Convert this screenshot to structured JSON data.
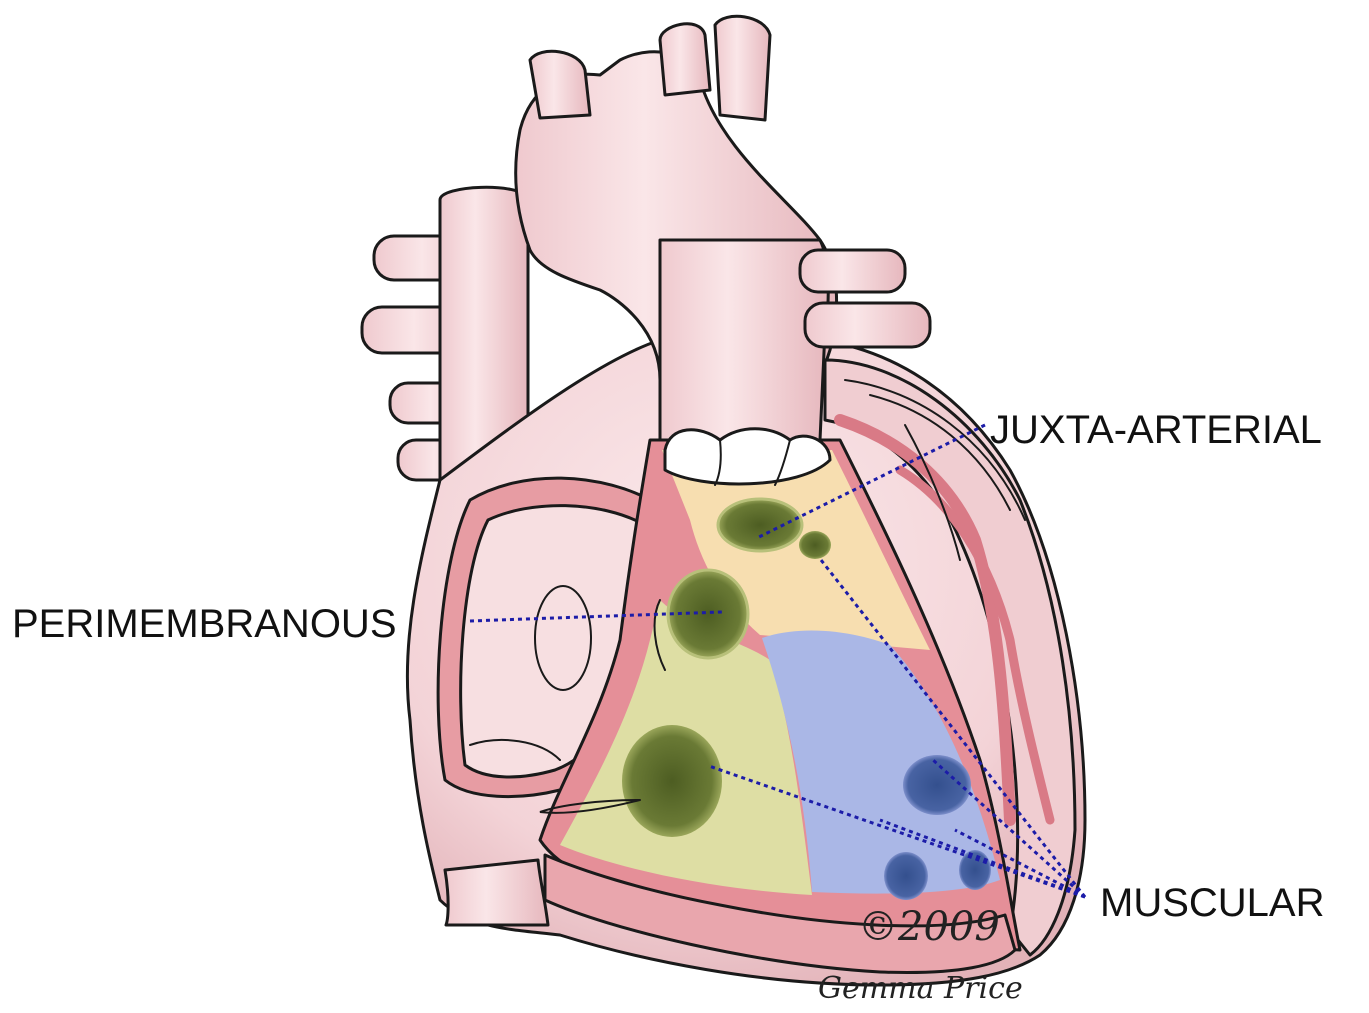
{
  "labels": {
    "juxta_arterial": "JUXTA-ARTERIAL",
    "perimembranous": "PERIMEMBRANOUS",
    "muscular": "MUSCULAR"
  },
  "credit": {
    "copyright": "©2009",
    "signature": "Gemma Price"
  },
  "colors": {
    "tissue": "#f6d9dc",
    "tissue_shade": "#e9bfc4",
    "muscle_wall": "#e79ca3",
    "outlet_zone": "#f7deb0",
    "inlet_zone": "#dedea4",
    "trabecular_zone": "#aab7e6",
    "defect_dark": "#5b6a2c",
    "defect_muscular": "#3f5a93",
    "pointer_line": "#1c1ca8"
  }
}
